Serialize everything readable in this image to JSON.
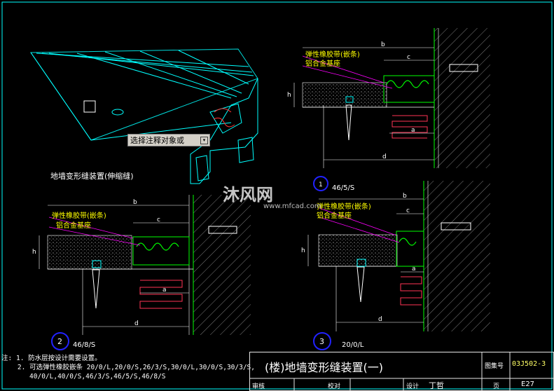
{
  "top_label": "地墙变形缝装置(伸缩缝)",
  "tooltip": {
    "text": "选择注释对象或"
  },
  "watermark": {
    "brand": "沐风网",
    "url": "www.mfcad.com"
  },
  "details": [
    {
      "number": "1",
      "code": "46/5/S",
      "labels": {
        "rubber": "弹性橡胶带(嵌条)",
        "base": "铝合金基座",
        "b": "b",
        "c": "c",
        "a": "a",
        "d": "d",
        "h": "h"
      }
    },
    {
      "number": "2",
      "code": "46/8/S",
      "labels": {
        "rubber": "弹性橡胶带(嵌条)",
        "base": "铝合金基座",
        "b": "b",
        "c": "c",
        "a": "a",
        "d": "d",
        "h": "h"
      }
    },
    {
      "number": "3",
      "code": "20/0/L",
      "labels": {
        "rubber": "弹性橡胶带(嵌条)",
        "base": "铝合金基座",
        "b": "b",
        "c": "c",
        "a": "a",
        "d": "d",
        "h": "h"
      }
    }
  ],
  "notes": {
    "prefix": "注:",
    "line1": "1. 防水层按设计需要设置。",
    "line2": "2. 可选弹性橡胶嵌条 20/0/L,20/0/S,26/3/S,30/0/L,30/0/S,30/3/S,",
    "line3": "   40/0/L,40/0/S,46/3/S,46/5/S,46/8/S"
  },
  "title_block": {
    "title": "(楼)地墙变形缝装置(一)",
    "atlas_label": "图集号",
    "atlas_value": "03J502-3",
    "review_label": "审核",
    "check_label": "校对",
    "design_label": "设计",
    "designer": "丁哲",
    "page_label": "页",
    "page_value": "E27"
  },
  "colors": {
    "bg": "#000000",
    "frame": "#00ffff",
    "label": "#ff00ff",
    "dim": "#ffffff",
    "line": "#00ff00",
    "label_text": "#ffff00"
  }
}
